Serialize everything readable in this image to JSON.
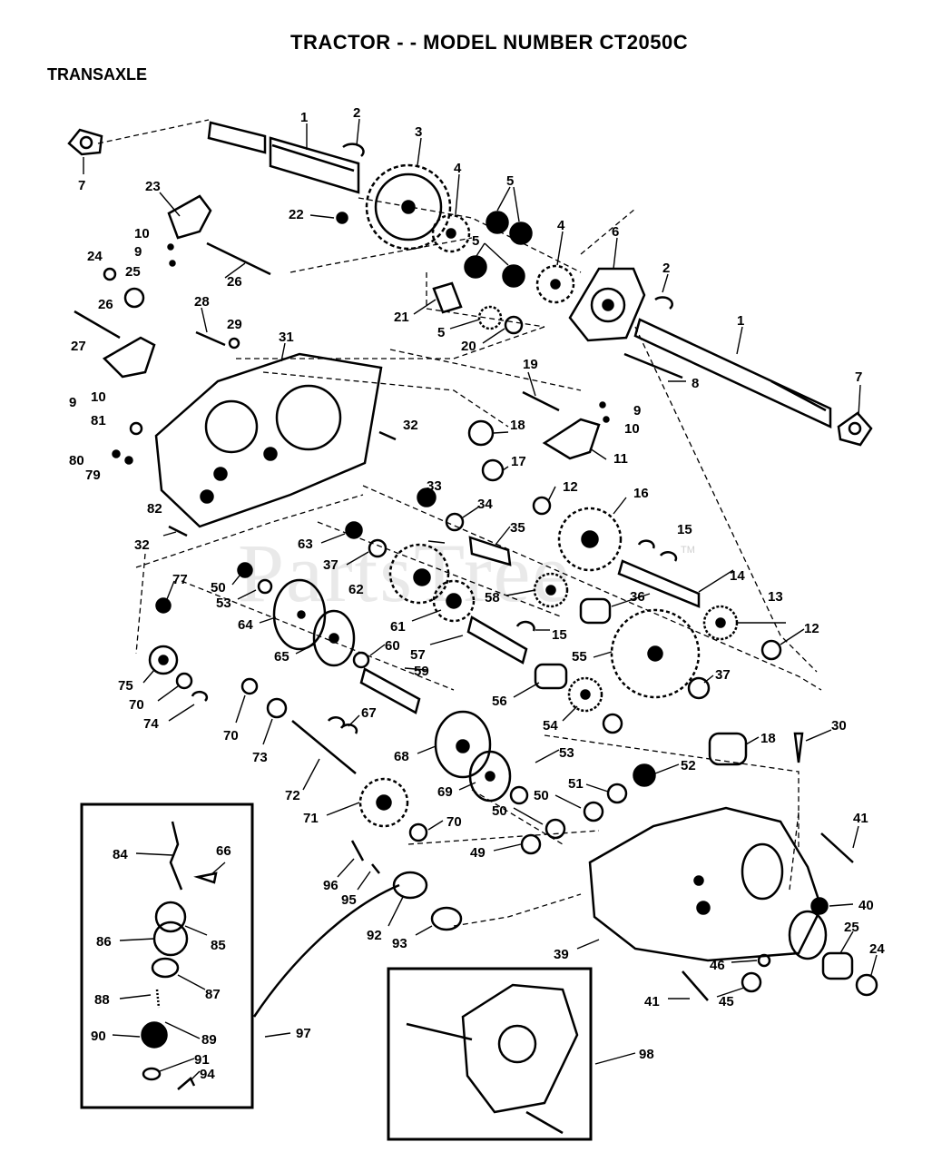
{
  "header": {
    "title": "TRACTOR - - MODEL NUMBER CT2050C",
    "section": "TRANSAXLE"
  },
  "watermark": {
    "text": "PartsTree",
    "tm": "TM"
  },
  "callouts": [
    {
      "id": "c1a",
      "label": "1"
    },
    {
      "id": "c2a",
      "label": "2"
    },
    {
      "id": "c3",
      "label": "3"
    },
    {
      "id": "c4a",
      "label": "4"
    },
    {
      "id": "c5a",
      "label": "5"
    },
    {
      "id": "c5b",
      "label": "5"
    },
    {
      "id": "c4b",
      "label": "4"
    },
    {
      "id": "c6",
      "label": "6"
    },
    {
      "id": "c2b",
      "label": "2"
    },
    {
      "id": "c1b",
      "label": "1"
    },
    {
      "id": "c7a",
      "label": "7"
    },
    {
      "id": "c7b",
      "label": "7"
    },
    {
      "id": "c23",
      "label": "23"
    },
    {
      "id": "c22",
      "label": "22"
    },
    {
      "id": "c10a",
      "label": "10"
    },
    {
      "id": "c9a",
      "label": "9"
    },
    {
      "id": "c24a",
      "label": "24"
    },
    {
      "id": "c25a",
      "label": "25"
    },
    {
      "id": "c26a",
      "label": "26"
    },
    {
      "id": "c26b",
      "label": "26"
    },
    {
      "id": "c28",
      "label": "28"
    },
    {
      "id": "c29",
      "label": "29"
    },
    {
      "id": "c31",
      "label": "31"
    },
    {
      "id": "c21",
      "label": "21"
    },
    {
      "id": "c5c",
      "label": "5"
    },
    {
      "id": "c20",
      "label": "20"
    },
    {
      "id": "c8",
      "label": "8"
    },
    {
      "id": "c27",
      "label": "27"
    },
    {
      "id": "c9b",
      "label": "9"
    },
    {
      "id": "c10b",
      "label": "10"
    },
    {
      "id": "c19",
      "label": "19"
    },
    {
      "id": "c9c",
      "label": "9"
    },
    {
      "id": "c10c",
      "label": "10"
    },
    {
      "id": "c81",
      "label": "81"
    },
    {
      "id": "c32a",
      "label": "32"
    },
    {
      "id": "c18a",
      "label": "18"
    },
    {
      "id": "c11",
      "label": "11"
    },
    {
      "id": "c80",
      "label": "80"
    },
    {
      "id": "c79",
      "label": "79"
    },
    {
      "id": "c17",
      "label": "17"
    },
    {
      "id": "c33",
      "label": "33"
    },
    {
      "id": "c12a",
      "label": "12"
    },
    {
      "id": "c16",
      "label": "16"
    },
    {
      "id": "c82",
      "label": "82"
    },
    {
      "id": "c34",
      "label": "34"
    },
    {
      "id": "c35",
      "label": "35"
    },
    {
      "id": "c15a",
      "label": "15"
    },
    {
      "id": "c32b",
      "label": "32"
    },
    {
      "id": "c63",
      "label": "63"
    },
    {
      "id": "c37a",
      "label": "37"
    },
    {
      "id": "c14",
      "label": "14"
    },
    {
      "id": "c50a",
      "label": "50"
    },
    {
      "id": "c77",
      "label": "77"
    },
    {
      "id": "c62",
      "label": "62"
    },
    {
      "id": "c58",
      "label": "58"
    },
    {
      "id": "c36",
      "label": "36"
    },
    {
      "id": "c13",
      "label": "13"
    },
    {
      "id": "c53a",
      "label": "53"
    },
    {
      "id": "c64",
      "label": "64"
    },
    {
      "id": "c61",
      "label": "61"
    },
    {
      "id": "c15b",
      "label": "15"
    },
    {
      "id": "c12b",
      "label": "12"
    },
    {
      "id": "c65",
      "label": "65"
    },
    {
      "id": "c60",
      "label": "60"
    },
    {
      "id": "c57",
      "label": "57"
    },
    {
      "id": "c55",
      "label": "55"
    },
    {
      "id": "c59",
      "label": "59"
    },
    {
      "id": "c75",
      "label": "75"
    },
    {
      "id": "c70a",
      "label": "70"
    },
    {
      "id": "c74",
      "label": "74"
    },
    {
      "id": "c56",
      "label": "56"
    },
    {
      "id": "c37b",
      "label": "37"
    },
    {
      "id": "c67",
      "label": "67"
    },
    {
      "id": "c70b",
      "label": "70"
    },
    {
      "id": "c73",
      "label": "73"
    },
    {
      "id": "c54",
      "label": "54"
    },
    {
      "id": "c30",
      "label": "30"
    },
    {
      "id": "c18b",
      "label": "18"
    },
    {
      "id": "c68",
      "label": "68"
    },
    {
      "id": "c53b",
      "label": "53"
    },
    {
      "id": "c52",
      "label": "52"
    },
    {
      "id": "c51",
      "label": "51"
    },
    {
      "id": "c72",
      "label": "72"
    },
    {
      "id": "c69",
      "label": "69"
    },
    {
      "id": "c50b",
      "label": "50"
    },
    {
      "id": "c71",
      "label": "71"
    },
    {
      "id": "c50c",
      "label": "50"
    },
    {
      "id": "c70c",
      "label": "70"
    },
    {
      "id": "c41a",
      "label": "41"
    },
    {
      "id": "c84",
      "label": "84"
    },
    {
      "id": "c66",
      "label": "66"
    },
    {
      "id": "c49",
      "label": "49"
    },
    {
      "id": "c96",
      "label": "96"
    },
    {
      "id": "c95",
      "label": "95"
    },
    {
      "id": "c40",
      "label": "40"
    },
    {
      "id": "c92",
      "label": "92"
    },
    {
      "id": "c93",
      "label": "93"
    },
    {
      "id": "c86",
      "label": "86"
    },
    {
      "id": "c85",
      "label": "85"
    },
    {
      "id": "c39",
      "label": "39"
    },
    {
      "id": "c25b",
      "label": "25"
    },
    {
      "id": "c24b",
      "label": "24"
    },
    {
      "id": "c46",
      "label": "46"
    },
    {
      "id": "c87",
      "label": "87"
    },
    {
      "id": "c88",
      "label": "88"
    },
    {
      "id": "c41b",
      "label": "41"
    },
    {
      "id": "c45",
      "label": "45"
    },
    {
      "id": "c97",
      "label": "97"
    },
    {
      "id": "c90",
      "label": "90"
    },
    {
      "id": "c89",
      "label": "89"
    },
    {
      "id": "c98",
      "label": "98"
    },
    {
      "id": "c91",
      "label": "91"
    },
    {
      "id": "c94",
      "label": "94"
    }
  ]
}
